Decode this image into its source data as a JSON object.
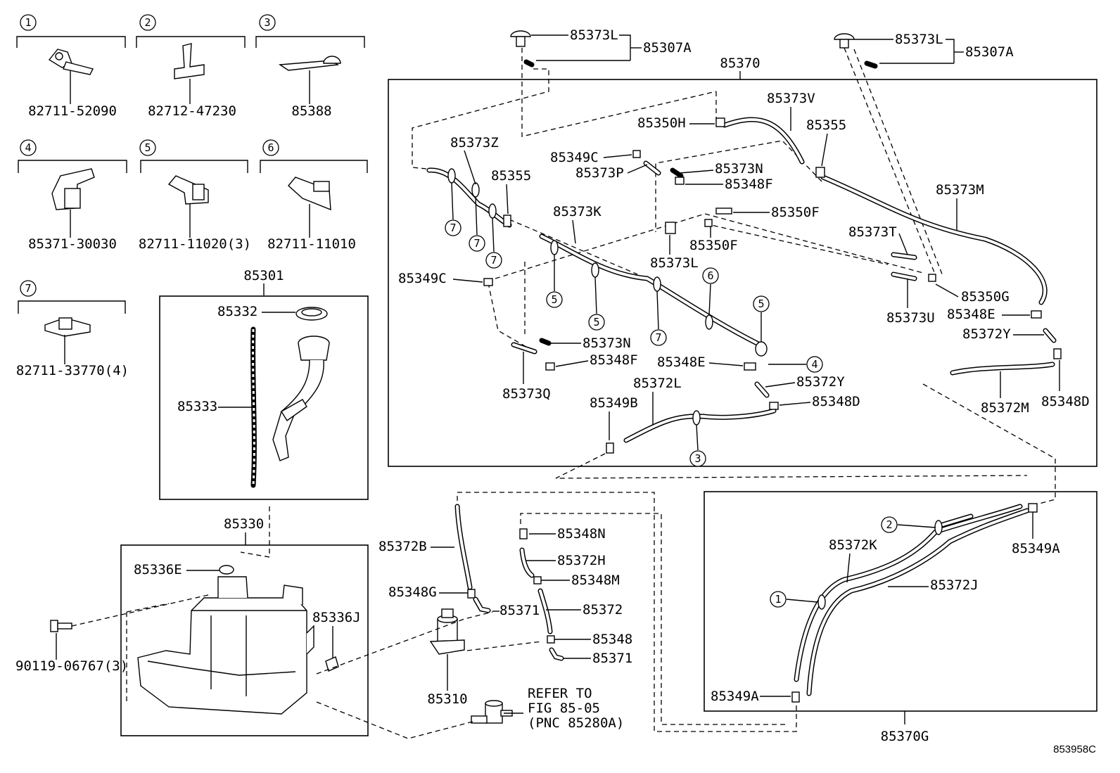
{
  "clips": [
    {
      "num": "1",
      "part": "82711-52090"
    },
    {
      "num": "2",
      "part": "82712-47230"
    },
    {
      "num": "3",
      "part": "85388"
    },
    {
      "num": "4",
      "part": "85371-30030"
    },
    {
      "num": "5",
      "part": "82711-11020(3)"
    },
    {
      "num": "6",
      "part": "82711-11010"
    },
    {
      "num": "7",
      "part": "82711-33770(4)"
    }
  ],
  "tank_group": {
    "assy": "85301",
    "cap": "85332",
    "level_gauge": "85333",
    "tank": "85330",
    "grommet_e": "85336E",
    "grommet_j": "85336J",
    "bolt": "90119-06767(3)"
  },
  "pump": {
    "hose_b": "85372B",
    "joint_g": "85348G",
    "clamp_1": "85371",
    "pump_no": "85310",
    "joint_n": "85348N",
    "hose_h": "85372H",
    "joint_m": "85348M",
    "hose": "85372",
    "joint": "85348",
    "clamp_2": "85371",
    "refer_note": [
      "REFER TO",
      "FIG 85-05",
      "(PNC 85280A)"
    ]
  },
  "upper_assy": {
    "assy": "85370",
    "left_nozzle": "85373L",
    "left_nozzle_set": "85307A",
    "right_nozzle": "85373L",
    "right_nozzle_set": "85307A",
    "labels": {
      "h_85373V": "85373V",
      "j_85350H": "85350H",
      "j_85355_top": "85355",
      "h_85373Z": "85373Z",
      "j_85349C_top": "85349C",
      "h_85373P": "85373P",
      "h_85373N_top": "85373N",
      "j_85348F_top": "85348F",
      "j_85355_mid": "85355",
      "h_85373K": "85373K",
      "j_85350F_a": "85350F",
      "j_85350F_b": "85350F",
      "h_85373L_mid": "85373L",
      "h_85373M": "85373M",
      "h_85373T": "85373T",
      "j_85350G": "85350G",
      "h_85373U": "85373U",
      "j_85348E_r": "85348E",
      "h_85372Y_r": "85372Y",
      "j_85349C_left": "85349C",
      "h_85373N_low": "85373N",
      "j_85348F_low": "85348F",
      "h_85373Q": "85373Q",
      "j_85348E_c": "85348E",
      "h_85372Y_c": "85372Y",
      "h_85372L": "85372L",
      "j_85348D_c": "85348D",
      "j_85349B": "85349B",
      "h_85372M": "85372M",
      "j_85348D_r": "85348D"
    }
  },
  "lower_assy": {
    "assy": "85370G",
    "hose_k": "85372K",
    "hose_j": "85372J",
    "joint_a_top": "85349A",
    "joint_a_bottom": "85349A"
  },
  "figure_id": "853958C"
}
